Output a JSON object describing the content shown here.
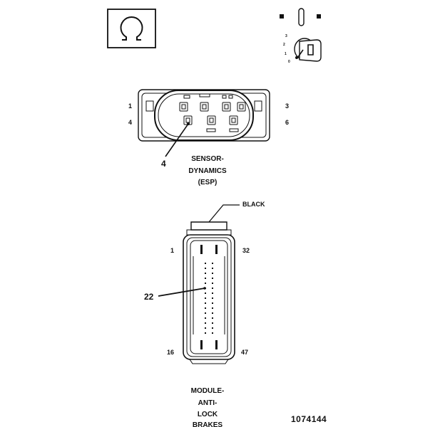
{
  "icons": {
    "ohm": "ohmmeter-icon",
    "ignition": "ignition-key-off-icon"
  },
  "sensor_connector": {
    "pin_labels": {
      "top_left": "1",
      "top_right": "3",
      "bottom_left": "4",
      "bottom_right": "6"
    },
    "callout_pin": "4",
    "caption_lines": [
      "SENSOR-",
      "DYNAMICS",
      "(ESP)"
    ]
  },
  "abs_connector": {
    "color_label": "BLACK",
    "pin_labels": {
      "top_left": "1",
      "top_right": "32",
      "bottom_left": "16",
      "bottom_right": "47"
    },
    "callout_pin": "22",
    "caption_lines": [
      "MODULE-",
      "ANTI-",
      "LOCK",
      "BRAKES"
    ]
  },
  "figure_number": "1074144"
}
